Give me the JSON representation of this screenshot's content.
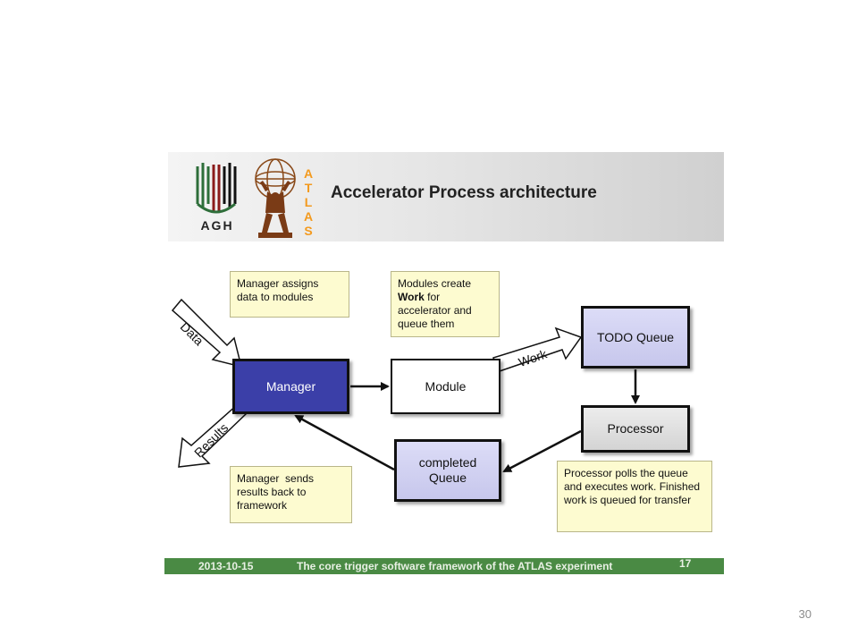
{
  "header": {
    "title": "Accelerator Process architecture",
    "logo_left_text": "AGH",
    "logo_right_letters": [
      "A",
      "T",
      "L",
      "A",
      "S"
    ]
  },
  "nodes": {
    "manager": "Manager",
    "module": "Module",
    "todo_queue": "TODO Queue",
    "processor": "Processor",
    "completed_queue": "completed Queue"
  },
  "arrow_labels": {
    "data": "Data",
    "results": "Results",
    "work": "Work"
  },
  "notes": {
    "assign": "Manager assigns data to modules",
    "modules_pre": "Modules create",
    "modules_bold": "Work",
    "modules_post": "for accelerator and queue them",
    "sends": "Manager  sends results back to framework",
    "processor": "Processor polls the queue and executes work. Finished work is queued for transfer"
  },
  "footer": {
    "date": "2013-10-15",
    "title": "The core trigger software framework of the ATLAS experiment",
    "page": "17"
  },
  "slide_number": "30",
  "colors": {
    "manager_fill": "#3b3fa8",
    "queue_fill": "#c7c7ec",
    "note_fill": "#fdfbd0",
    "footer_green": "#4a8a44",
    "atlas_orange": "#f39a1e",
    "agh_green": "#2e6e3a",
    "agh_red": "#8b1a1a"
  }
}
